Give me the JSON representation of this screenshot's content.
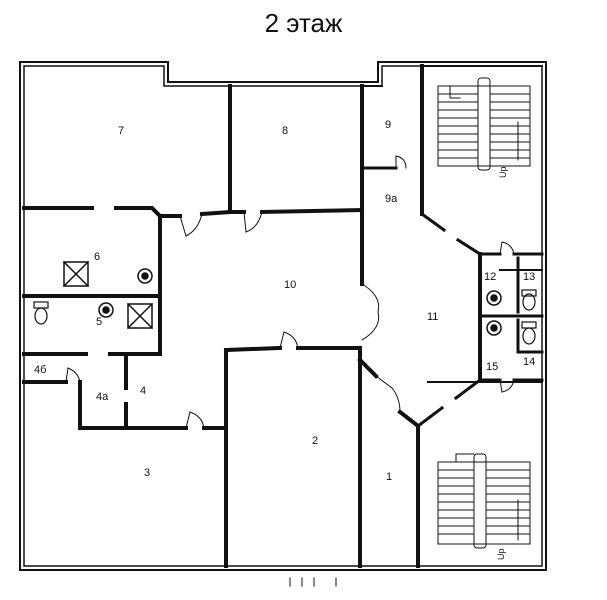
{
  "title": "2 этаж",
  "rooms": {
    "r1": "1",
    "r2": "2",
    "r3": "3",
    "r4": "4",
    "r4a": "4а",
    "r4b": "4б",
    "r5": "5",
    "r6": "6",
    "r7": "7",
    "r8": "8",
    "r9": "9",
    "r9a": "9а",
    "r10": "10",
    "r11": "11",
    "r12": "12",
    "r13": "13",
    "r14": "14",
    "r15": "15"
  },
  "stairs": {
    "up_top": "Up",
    "up_bottom": "Up"
  },
  "colors": {
    "wall": "#111111",
    "wall_fill": "#ffffff"
  }
}
